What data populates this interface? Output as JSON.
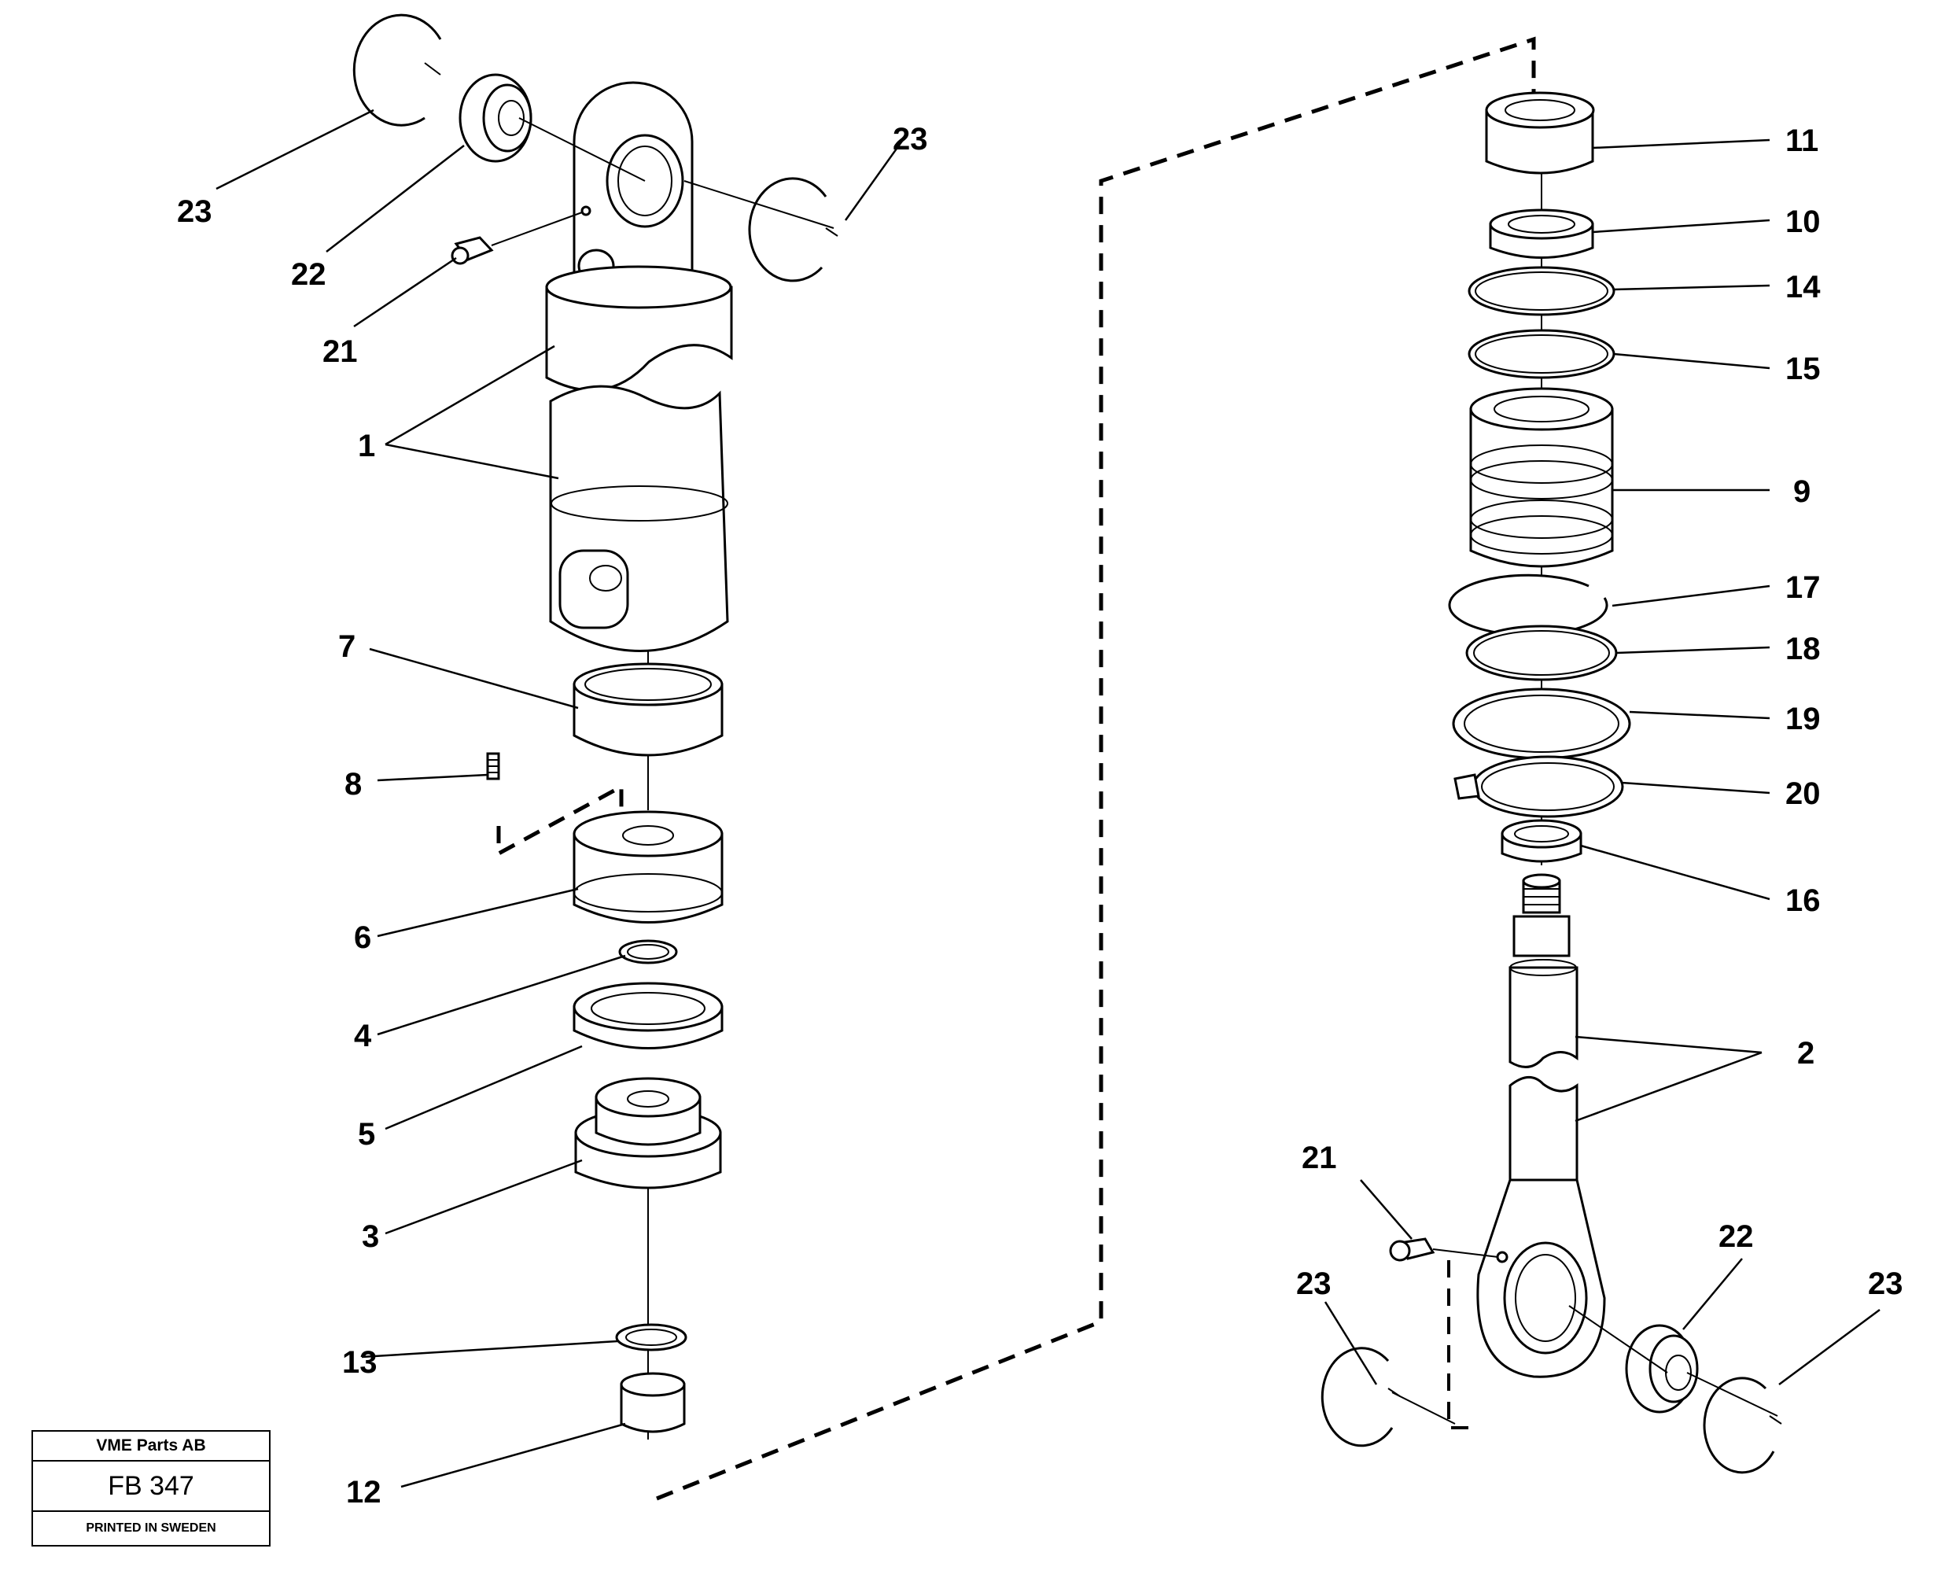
{
  "callouts": {
    "c1": "1",
    "c2": "2",
    "c3": "3",
    "c4": "4",
    "c5": "5",
    "c6": "6",
    "c7": "7",
    "c8": "8",
    "c9": "9",
    "c10": "10",
    "c11": "11",
    "c12": "12",
    "c13": "13",
    "c14": "14",
    "c15": "15",
    "c16": "16",
    "c17": "17",
    "c18": "18",
    "c19": "19",
    "c20": "20",
    "c21a": "21",
    "c21b": "21",
    "c22a": "22",
    "c22b": "22",
    "c23a": "23",
    "c23b": "23",
    "c23c": "23",
    "c23d": "23"
  },
  "stamp": {
    "company": "VME Parts AB",
    "code": "FB 347",
    "printed": "PRINTED IN SWEDEN"
  }
}
